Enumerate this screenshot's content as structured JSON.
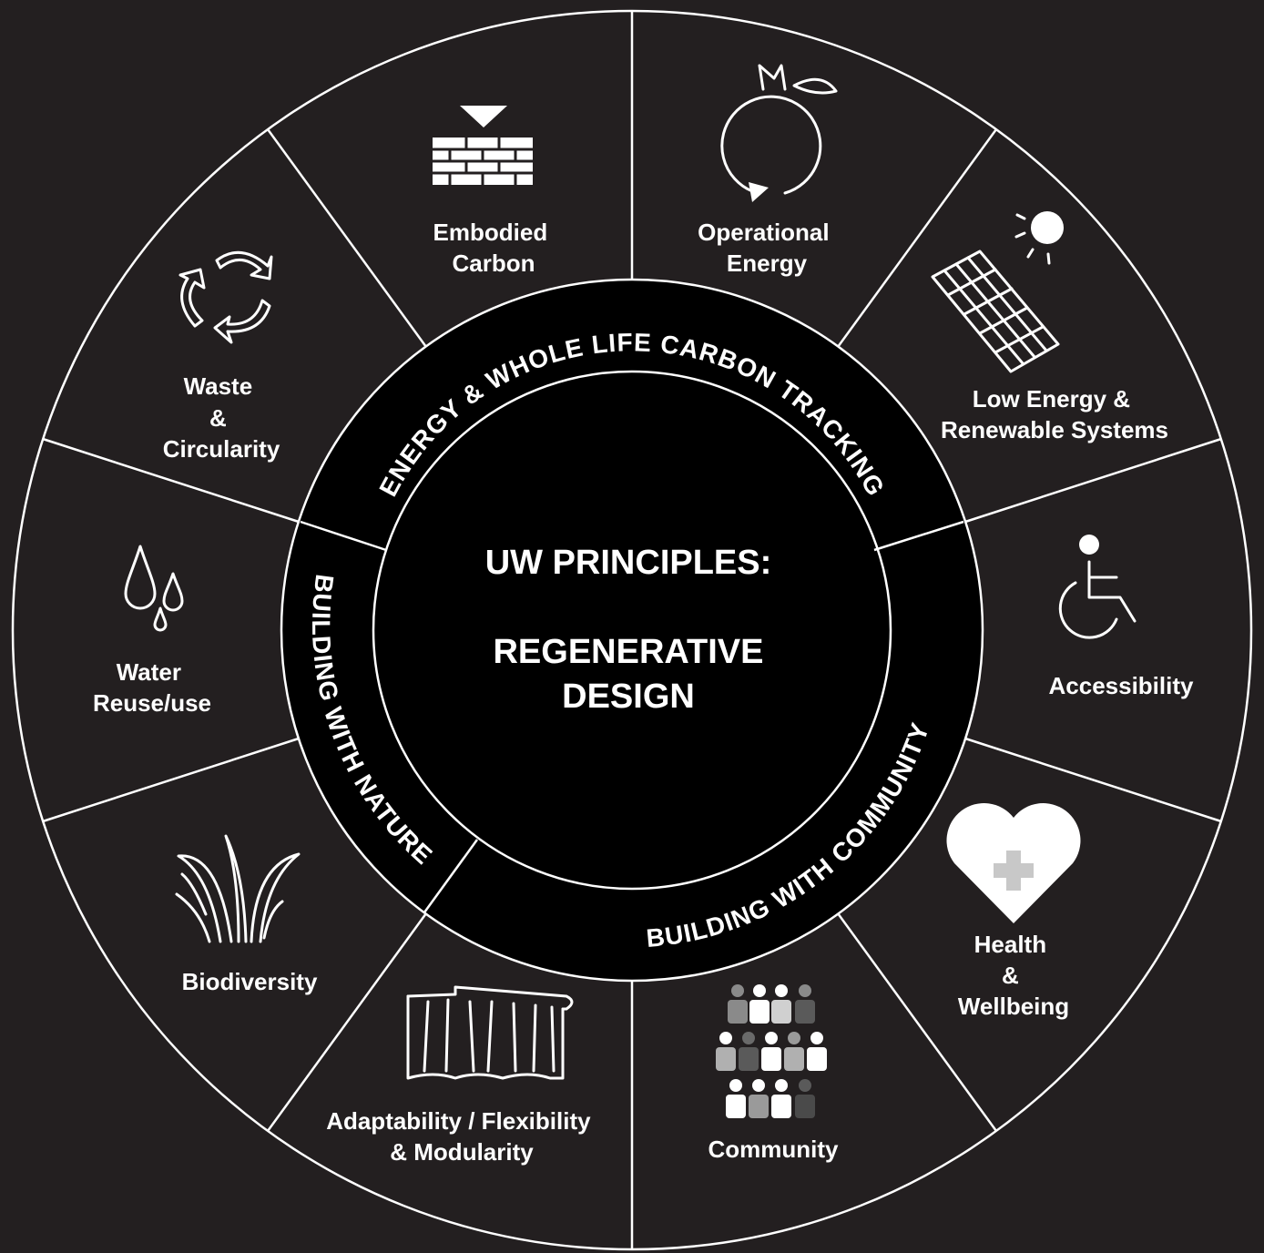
{
  "center": {
    "title": "UW PRINCIPLES:",
    "line1": "REGENERATIVE",
    "line2": "DESIGN"
  },
  "ring": {
    "energy": "ENERGY & WHOLE LIFE CARBON TRACKING",
    "nature": "BUILDING WITH NATURE",
    "community": "BUILDING WITH COMMUNITY"
  },
  "segments": {
    "embodied_carbon": [
      "Embodied",
      "Carbon"
    ],
    "operational_energy": [
      "Operational",
      "Energy"
    ],
    "low_energy": [
      "Low Energy &",
      "Renewable Systems"
    ],
    "accessibility": [
      "Accessibility"
    ],
    "health": [
      "Health",
      "&",
      "Wellbeing"
    ],
    "community": [
      "Community"
    ],
    "adaptability": [
      "Adaptability / Flexibility",
      "& Modularity"
    ],
    "biodiversity": [
      "Biodiversity"
    ],
    "water": [
      "Water",
      "Reuse/use"
    ],
    "waste": [
      "Waste",
      "&",
      "Circularity"
    ]
  },
  "icons": {
    "embodied_carbon": "brick-wall-icon",
    "operational_energy": "fruit-cycle-icon",
    "low_energy": "solar-panel-icon",
    "accessibility": "wheelchair-icon",
    "health": "heart-plus-icon",
    "community": "people-group-icon",
    "adaptability": "partition-screen-icon",
    "biodiversity": "grass-icon",
    "water": "water-drops-icon",
    "waste": "recycle-arrows-icon"
  },
  "colors": {
    "background": "#231f20",
    "center_fill": "#000000",
    "foreground": "#ffffff",
    "muted": "#8a8a8a"
  }
}
